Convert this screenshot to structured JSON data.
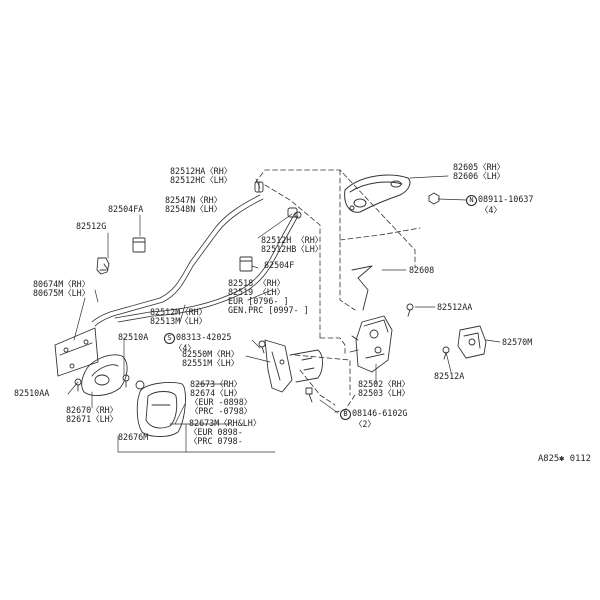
{
  "diagram": {
    "code": "A825✱ 0112",
    "callouts": {
      "c82605": [
        "82605〈RH〉",
        "82606〈LH〉"
      ],
      "c08911": {
        "mark": "N",
        "text": "08911-10637",
        "qty": "〈4〉"
      },
      "c82512HA": [
        "82512HA〈RH〉",
        "82512HC〈LH〉"
      ],
      "c82547N": [
        "82547N〈RH〉",
        "82548N〈LH〉"
      ],
      "c82504FA": "82504FA",
      "c82512G": "82512G",
      "c82512H": [
        "82512H 〈RH〉",
        "82512HB〈LH〉"
      ],
      "c82504F": "82504F",
      "c82608": "82608",
      "c80674M": [
        "80674M〈RH〉",
        "80675M〈LH〉"
      ],
      "c82518": [
        "82518 〈RH〉",
        "82519 〈LH〉",
        "EUR [0796-    ]",
        "GEN.PRC [0997-  ]"
      ],
      "c82512AA": "82512AA",
      "c82512M": [
        "82512M〈RH〉",
        "82513M〈LH〉"
      ],
      "c82510A": "82510A",
      "c08313": {
        "mark": "S",
        "text": "08313-42025",
        "qty": "〈4〉"
      },
      "c82550M": [
        "82550M〈RH〉",
        "82551M〈LH〉"
      ],
      "c82570M": "82570M",
      "c82512A": "82512A",
      "c82510AA": "82510AA",
      "c82502": [
        "82502〈RH〉",
        "82503〈LH〉"
      ],
      "c82673": [
        "82673〈RH〉",
        "82674〈LH〉",
        "〈EUR      -0898〉",
        "〈PRC      -0798〉"
      ],
      "c82670": [
        "82670〈RH〉",
        "82671〈LH〉"
      ],
      "c08146": {
        "mark": "B",
        "text": "08146-6102G",
        "qty": "〈2〉"
      },
      "c82673M": [
        "82673M〈RH&LH〉",
        "〈EUR 0898-",
        "〈PRC 0798-"
      ],
      "c82676M": "82676M"
    }
  }
}
